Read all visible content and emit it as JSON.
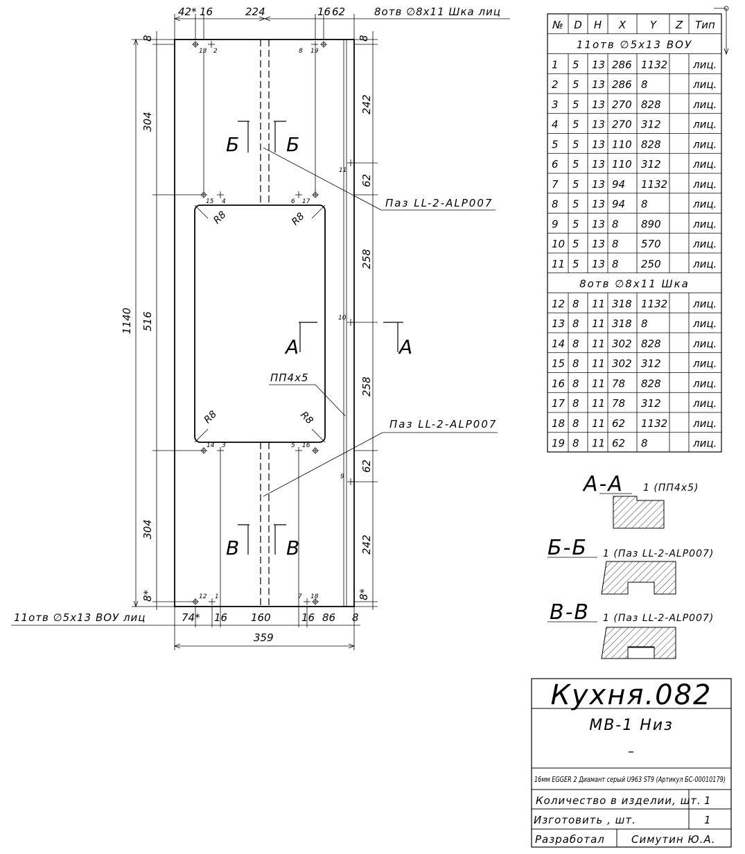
{
  "drawing": {
    "top_dims": [
      "42*",
      "16",
      "224",
      "16",
      "62"
    ],
    "top_note": "8отв ∅8x11 Шка лиц",
    "bottom_dims": [
      "74*",
      "16",
      "160",
      "16",
      "86",
      "8"
    ],
    "overall_width": "359",
    "bottom_note": "11отв ∅5x13 ВОУ лиц",
    "left_outer": "1140",
    "left_dims": [
      "8",
      "304",
      "516",
      "304",
      "8*"
    ],
    "right_dims": [
      "8",
      "242",
      "62",
      "258",
      "258",
      "62",
      "242",
      "8*"
    ],
    "radius": "R8",
    "groove_note": "Паз LL-2-ALP007",
    "rabbet_note": "ПП4x5",
    "section_marks": {
      "b": "Б",
      "a": "А",
      "v": "В"
    },
    "hole_ids": {
      "top_left": [
        "13",
        "2"
      ],
      "top_right": [
        "8",
        "19"
      ],
      "mid_upper_left": [
        "15",
        "4"
      ],
      "mid_upper_right": [
        "6",
        "17"
      ],
      "mid_lower_left": [
        "14",
        "3"
      ],
      "mid_lower_right": [
        "5",
        "16"
      ],
      "bottom_left": [
        "12",
        "1"
      ],
      "bottom_right": [
        "7",
        "18"
      ],
      "edge": [
        "11",
        "10",
        "9"
      ]
    }
  },
  "table": {
    "headers": [
      "№",
      "D",
      "H",
      "X",
      "Y",
      "Z",
      "Тип"
    ],
    "group1": "11отв ∅5x13 ВОУ",
    "rows1": [
      [
        "1",
        "5",
        "13",
        "286",
        "1132",
        "",
        "лиц."
      ],
      [
        "2",
        "5",
        "13",
        "286",
        "8",
        "",
        "лиц."
      ],
      [
        "3",
        "5",
        "13",
        "270",
        "828",
        "",
        "лиц."
      ],
      [
        "4",
        "5",
        "13",
        "270",
        "312",
        "",
        "лиц."
      ],
      [
        "5",
        "5",
        "13",
        "110",
        "828",
        "",
        "лиц."
      ],
      [
        "6",
        "5",
        "13",
        "110",
        "312",
        "",
        "лиц."
      ],
      [
        "7",
        "5",
        "13",
        "94",
        "1132",
        "",
        "лиц."
      ],
      [
        "8",
        "5",
        "13",
        "94",
        "8",
        "",
        "лиц."
      ],
      [
        "9",
        "5",
        "13",
        "8",
        "890",
        "",
        "лиц."
      ],
      [
        "10",
        "5",
        "13",
        "8",
        "570",
        "",
        "лиц."
      ],
      [
        "11",
        "5",
        "13",
        "8",
        "250",
        "",
        "лиц."
      ]
    ],
    "group2": "8отв ∅8x11 Шка",
    "rows2": [
      [
        "12",
        "8",
        "11",
        "318",
        "1132",
        "",
        "лиц."
      ],
      [
        "13",
        "8",
        "11",
        "318",
        "8",
        "",
        "лиц."
      ],
      [
        "14",
        "8",
        "11",
        "302",
        "828",
        "",
        "лиц."
      ],
      [
        "15",
        "8",
        "11",
        "302",
        "312",
        "",
        "лиц."
      ],
      [
        "16",
        "8",
        "11",
        "78",
        "828",
        "",
        "лиц."
      ],
      [
        "17",
        "8",
        "11",
        "78",
        "312",
        "",
        "лиц."
      ],
      [
        "18",
        "8",
        "11",
        "62",
        "1132",
        "",
        "лиц."
      ],
      [
        "19",
        "8",
        "11",
        "62",
        "8",
        "",
        "лиц."
      ]
    ]
  },
  "sections": {
    "aa_title": "А-А",
    "aa_note": "1 (ПП4x5)",
    "bb_title": "Б-Б",
    "bb_note": "1 (Паз LL-2-ALP007)",
    "vv_title": "В-В",
    "vv_note": "1 (Паз LL-2-ALP007)"
  },
  "title_block": {
    "project": "Кухня.082",
    "part": "МВ-1 Низ",
    "dash": "–",
    "material": "16мм EGGER 2 Диамант серый U963 ST9 (Артикул БС-00010179)",
    "qty_label": "Количество в изделии, шт.",
    "qty_value": "1",
    "make_label": "Изготовить , шт.",
    "make_value": "1",
    "author_label": "Разработал",
    "author_value": "Симутин Ю.А."
  }
}
